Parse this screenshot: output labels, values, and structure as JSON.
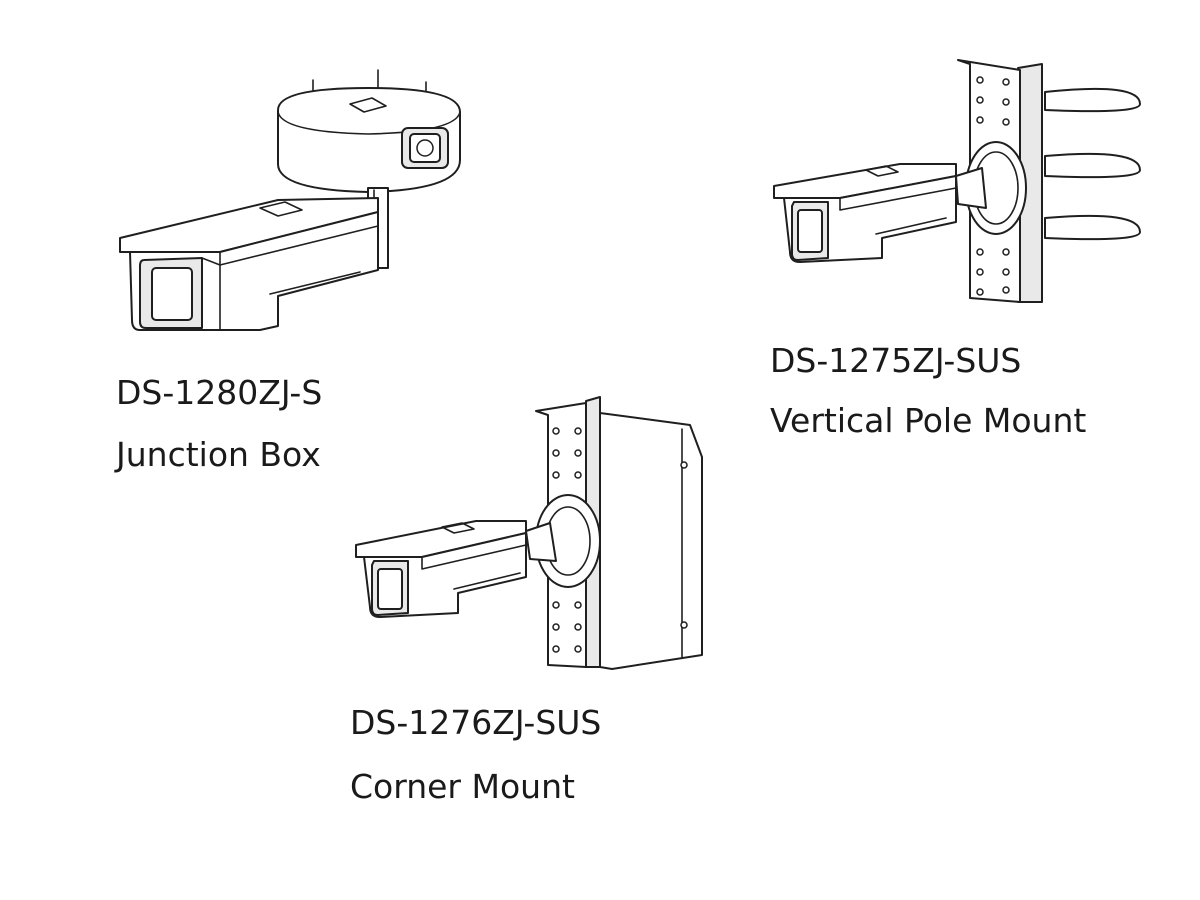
{
  "figures": [
    {
      "id": "junction-box",
      "model": "DS-1280ZJ-S",
      "description": "Junction Box"
    },
    {
      "id": "vertical-pole-mount",
      "model": "DS-1275ZJ-SUS",
      "description": "Vertical Pole Mount"
    },
    {
      "id": "corner-mount",
      "model": "DS-1276ZJ-SUS",
      "description": "Corner Mount"
    }
  ],
  "colors": {
    "line": "#1f1f1f",
    "background": "#ffffff",
    "text": "#1a1a1a"
  }
}
